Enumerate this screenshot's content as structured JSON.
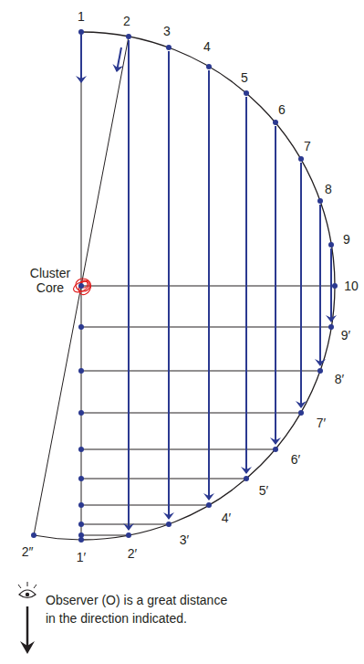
{
  "diagram": {
    "labels": [
      "1",
      "2",
      "3",
      "4",
      "5",
      "6",
      "7",
      "8",
      "9",
      "10",
      "Cluster Core",
      "9′",
      "8′",
      "7′",
      "6′",
      "5′",
      "4′",
      "3′",
      "2′",
      "1′",
      "2″",
      "Observer (O) is a great distance in the direction indicated."
    ]
  }
}
